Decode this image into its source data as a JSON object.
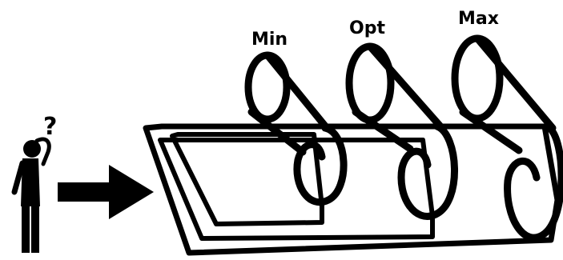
{
  "labels": {
    "min": "Min",
    "opt": "Opt",
    "max": "Max",
    "question_mark": "?"
  },
  "icons": {
    "person": "confused-person-icon",
    "arrow": "right-arrow-icon"
  },
  "colors": {
    "ink": "#000000",
    "background": "#ffffff"
  }
}
